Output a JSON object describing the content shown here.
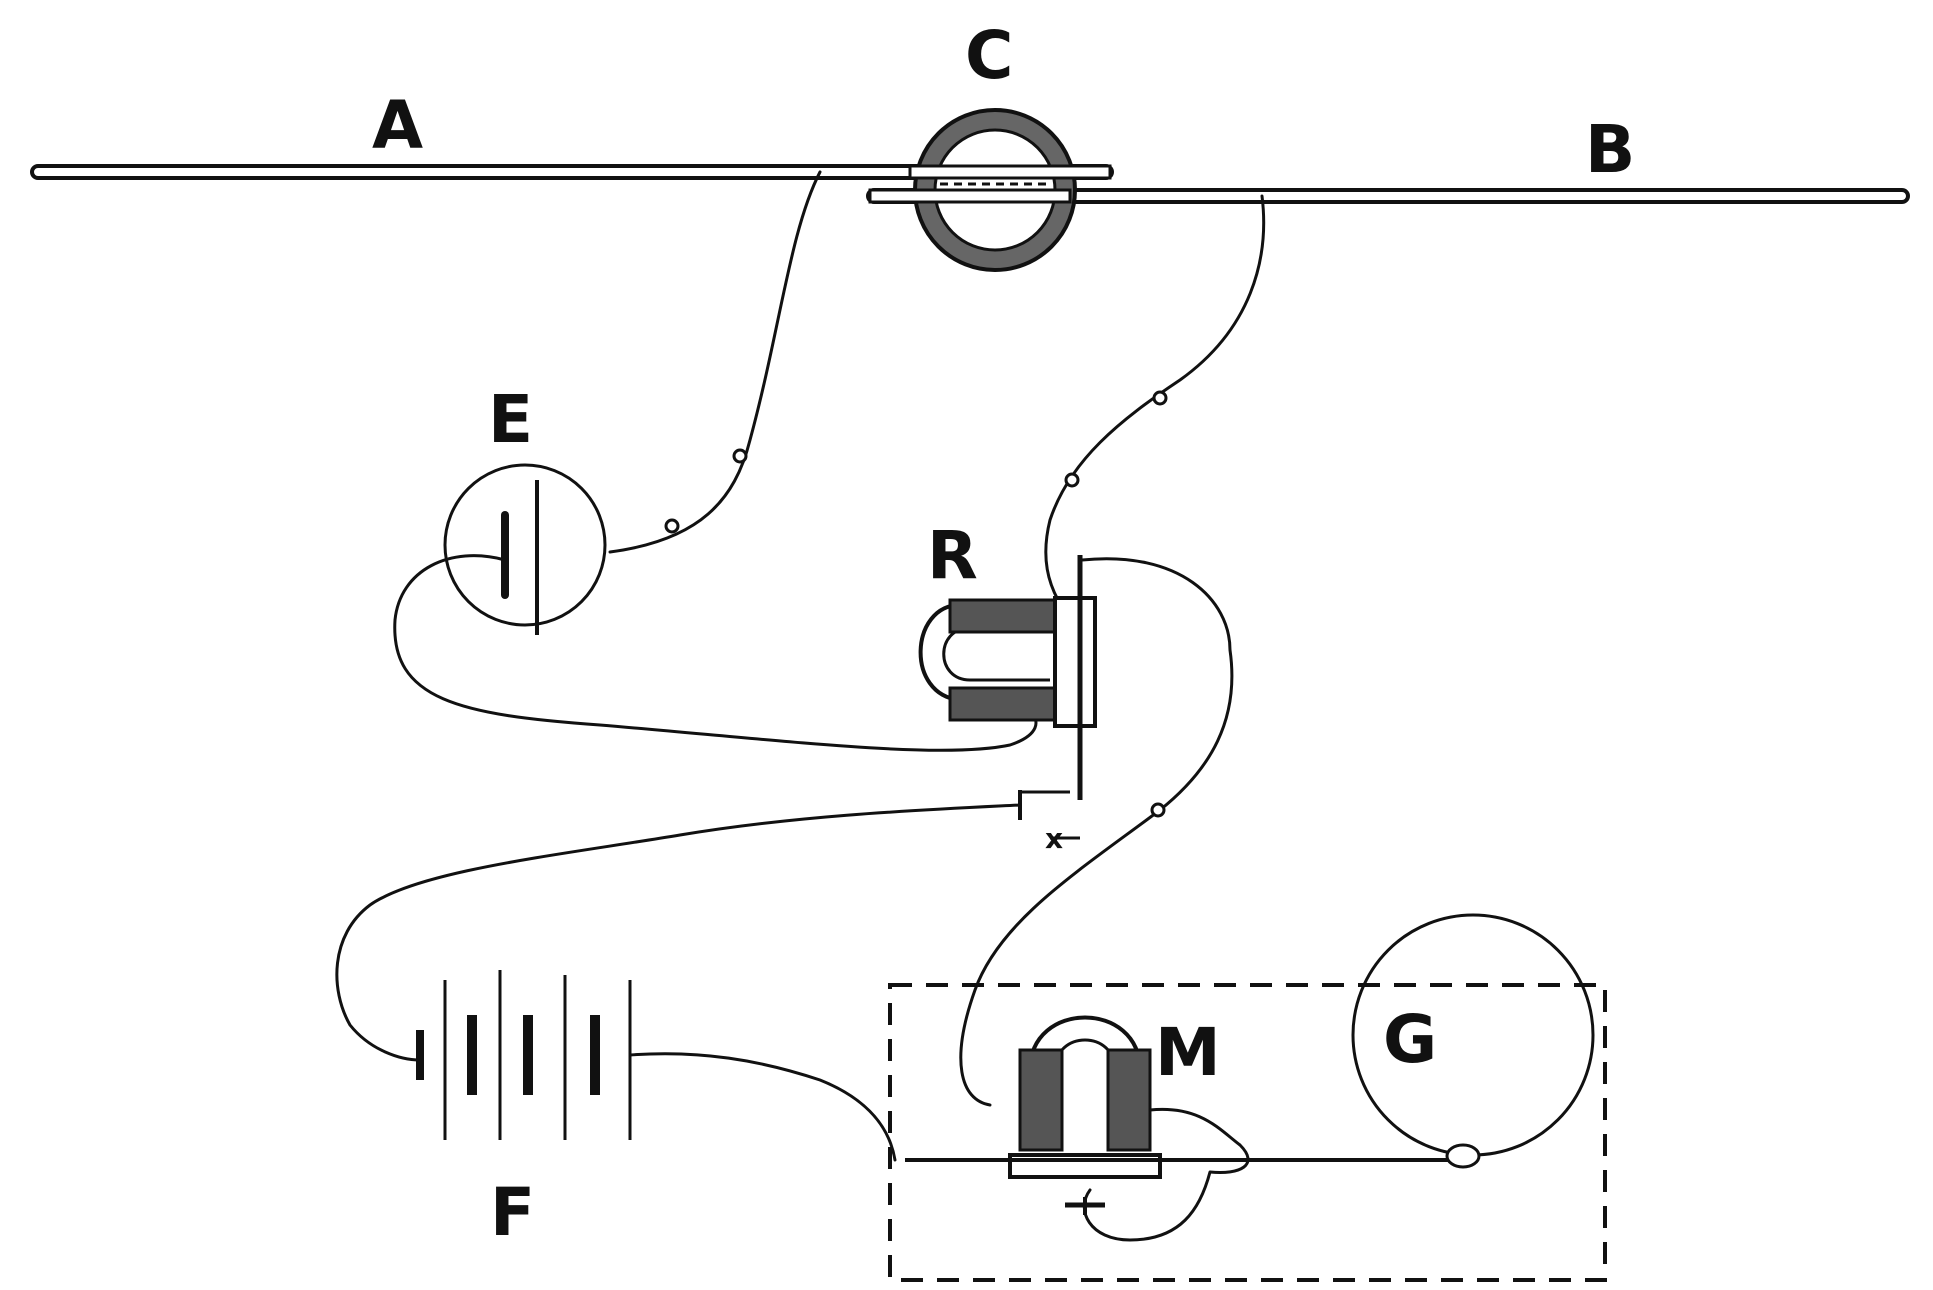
{
  "diagram": {
    "labels": {
      "A": "A",
      "B": "B",
      "C": "C",
      "E": "E",
      "R": "R",
      "F": "F",
      "G": "G",
      "M": "M",
      "x": "x"
    }
  },
  "colors": {
    "ink": "#111111",
    "background": "#ffffff"
  }
}
